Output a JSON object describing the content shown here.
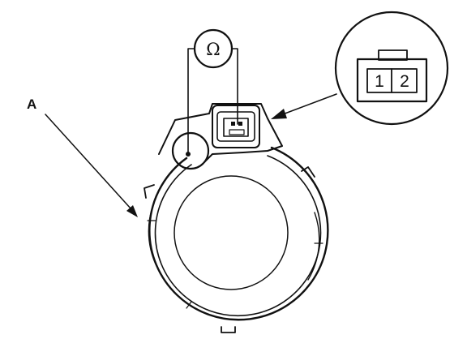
{
  "callouts": {
    "component_label": "A"
  },
  "meter": {
    "symbol": "Ω"
  },
  "connector_detail": {
    "pins": [
      "1",
      "2"
    ]
  }
}
